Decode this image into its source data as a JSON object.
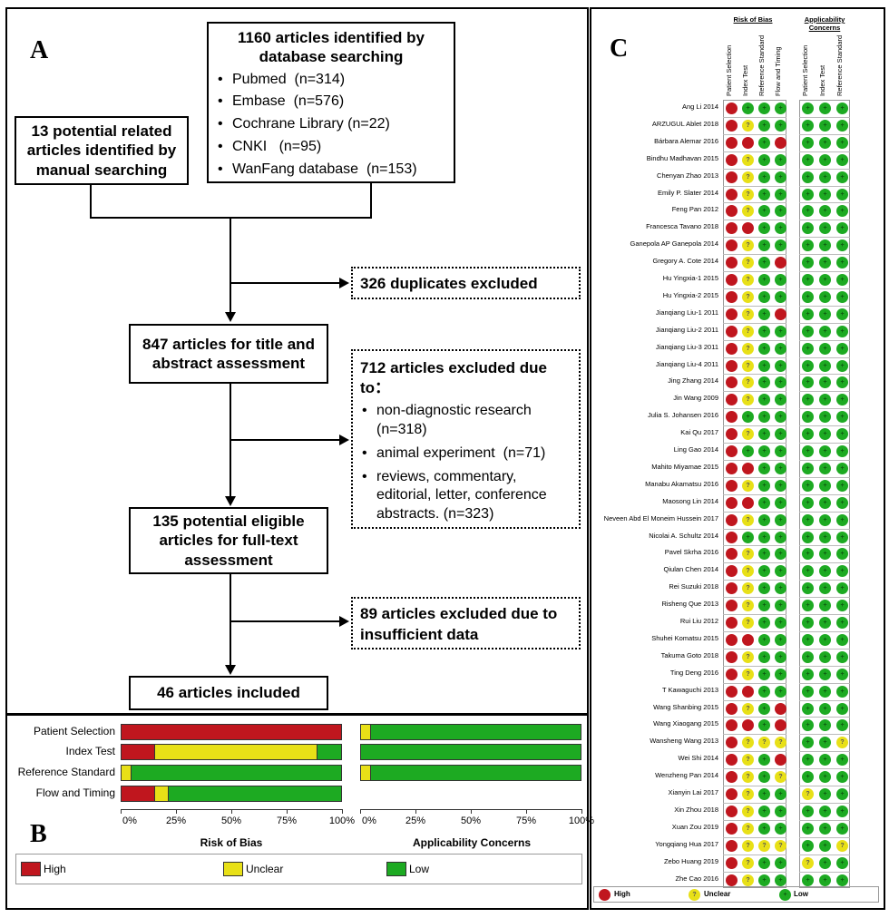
{
  "panels": {
    "a": "A",
    "b": "B",
    "c": "C"
  },
  "flow": {
    "database": {
      "title": "1160 articles identified by database searching",
      "items": [
        "Pubmed  (n=314)",
        "Embase  (n=576)",
        "Cochrane Library (n=22)",
        "CNKI   (n=95)",
        "WanFang database  (n=153)"
      ]
    },
    "manual": "13 potential  related articles identified by manual searching",
    "duplicates": "326 duplicates excluded",
    "title_abstract": "847 articles for title and abstract assessment",
    "excluded712": {
      "title": "712 articles excluded due to：",
      "items": [
        "non-diagnostic research (n=318)",
        "animal experiment  (n=71)",
        "reviews, commentary, editorial, letter, conference abstracts. (n=323)"
      ]
    },
    "eligible": "135 potential eligible articles for full-text assessment",
    "excluded89": "89 articles excluded due to insufficient data",
    "included": "46 articles included"
  },
  "chart_data": [
    {
      "type": "bar",
      "title": "Risk of Bias",
      "categories": [
        "Patient Selection",
        "Index Test",
        "Reference Standard",
        "Flow and Timing"
      ],
      "series": [
        {
          "name": "High",
          "values": [
            100,
            15,
            0,
            15
          ]
        },
        {
          "name": "Unclear",
          "values": [
            0,
            74,
            4,
            6
          ]
        },
        {
          "name": "Low",
          "values": [
            0,
            11,
            96,
            79
          ]
        }
      ],
      "xticks": [
        "0%",
        "25%",
        "50%",
        "75%",
        "100%"
      ],
      "xlim": [
        0,
        100
      ]
    },
    {
      "type": "bar",
      "title": "Applicability Concerns",
      "categories": [
        "Patient Selection",
        "Index Test",
        "Reference Standard"
      ],
      "series": [
        {
          "name": "High",
          "values": [
            0,
            0,
            0
          ]
        },
        {
          "name": "Unclear",
          "values": [
            4,
            0,
            4
          ]
        },
        {
          "name": "Low",
          "values": [
            96,
            100,
            96
          ]
        }
      ],
      "xticks": [
        "0%",
        "25%",
        "50%",
        "75%",
        "100%"
      ],
      "xlim": [
        0,
        100
      ]
    }
  ],
  "legend_b": {
    "high": "High",
    "unclear": "Unclear",
    "low": "Low"
  },
  "colors": {
    "high": "#c0161e",
    "unclear": "#e8e017",
    "low": "#1daa22"
  },
  "tableC": {
    "group_rob": "Risk of Bias",
    "group_app": "Applicability Concerns",
    "rob_cols": [
      "Patient Selection",
      "Index Test",
      "Reference Standard",
      "Flow and Timing"
    ],
    "app_cols": [
      "Patient Selection",
      "Index Test",
      "Reference Standard"
    ],
    "legend": {
      "high": "High",
      "unclear": "Unclear",
      "low": "Low"
    },
    "studies": [
      {
        "name": "Ang Li 2014",
        "r": [
          "H",
          "L",
          "L",
          "L"
        ],
        "a": [
          "L",
          "L",
          "L"
        ]
      },
      {
        "name": "ARZUGUL Ablet 2018",
        "r": [
          "H",
          "U",
          "L",
          "L"
        ],
        "a": [
          "L",
          "L",
          "L"
        ]
      },
      {
        "name": "Bárbara Alemar 2016",
        "r": [
          "H",
          "H",
          "L",
          "H"
        ],
        "a": [
          "L",
          "L",
          "L"
        ]
      },
      {
        "name": "Bindhu Madhavan 2015",
        "r": [
          "H",
          "U",
          "L",
          "L"
        ],
        "a": [
          "L",
          "L",
          "L"
        ]
      },
      {
        "name": "Chenyan Zhao 2013",
        "r": [
          "H",
          "U",
          "L",
          "L"
        ],
        "a": [
          "L",
          "L",
          "L"
        ]
      },
      {
        "name": "Emily P. Slater 2014",
        "r": [
          "H",
          "U",
          "L",
          "L"
        ],
        "a": [
          "L",
          "L",
          "L"
        ]
      },
      {
        "name": "Feng Pan 2012",
        "r": [
          "H",
          "U",
          "L",
          "L"
        ],
        "a": [
          "L",
          "L",
          "L"
        ]
      },
      {
        "name": "Francesca Tavano 2018",
        "r": [
          "H",
          "H",
          "L",
          "L"
        ],
        "a": [
          "L",
          "L",
          "L"
        ]
      },
      {
        "name": "Ganepola AP Ganepola 2014",
        "r": [
          "H",
          "U",
          "L",
          "L"
        ],
        "a": [
          "L",
          "L",
          "L"
        ]
      },
      {
        "name": "Gregory A. Cote 2014",
        "r": [
          "H",
          "U",
          "L",
          "H"
        ],
        "a": [
          "L",
          "L",
          "L"
        ]
      },
      {
        "name": "Hu Yingxia-1 2015",
        "r": [
          "H",
          "U",
          "L",
          "L"
        ],
        "a": [
          "L",
          "L",
          "L"
        ]
      },
      {
        "name": "Hu Yingxia-2 2015",
        "r": [
          "H",
          "U",
          "L",
          "L"
        ],
        "a": [
          "L",
          "L",
          "L"
        ]
      },
      {
        "name": "Jianqiang Liu-1 2011",
        "r": [
          "H",
          "U",
          "L",
          "H"
        ],
        "a": [
          "L",
          "L",
          "L"
        ]
      },
      {
        "name": "Jianqiang Liu-2 2011",
        "r": [
          "H",
          "U",
          "L",
          "L"
        ],
        "a": [
          "L",
          "L",
          "L"
        ]
      },
      {
        "name": "Jianqiang Liu-3 2011",
        "r": [
          "H",
          "U",
          "L",
          "L"
        ],
        "a": [
          "L",
          "L",
          "L"
        ]
      },
      {
        "name": "Jianqiang Liu-4 2011",
        "r": [
          "H",
          "U",
          "L",
          "L"
        ],
        "a": [
          "L",
          "L",
          "L"
        ]
      },
      {
        "name": "Jing Zhang 2014",
        "r": [
          "H",
          "U",
          "L",
          "L"
        ],
        "a": [
          "L",
          "L",
          "L"
        ]
      },
      {
        "name": "Jin Wang 2009",
        "r": [
          "H",
          "U",
          "L",
          "L"
        ],
        "a": [
          "L",
          "L",
          "L"
        ]
      },
      {
        "name": "Julia S. Johansen 2016",
        "r": [
          "H",
          "L",
          "L",
          "L"
        ],
        "a": [
          "L",
          "L",
          "L"
        ]
      },
      {
        "name": "Kai Qu 2017",
        "r": [
          "H",
          "U",
          "L",
          "L"
        ],
        "a": [
          "L",
          "L",
          "L"
        ]
      },
      {
        "name": "Ling Gao 2014",
        "r": [
          "H",
          "L",
          "L",
          "L"
        ],
        "a": [
          "L",
          "L",
          "L"
        ]
      },
      {
        "name": "Mahito Miyamae 2015",
        "r": [
          "H",
          "H",
          "L",
          "L"
        ],
        "a": [
          "L",
          "L",
          "L"
        ]
      },
      {
        "name": "Manabu Akamatsu 2016",
        "r": [
          "H",
          "U",
          "L",
          "L"
        ],
        "a": [
          "L",
          "L",
          "L"
        ]
      },
      {
        "name": "Maosong Lin 2014",
        "r": [
          "H",
          "H",
          "L",
          "L"
        ],
        "a": [
          "L",
          "L",
          "L"
        ]
      },
      {
        "name": "Neveen Abd El Moneim Hussein 2017",
        "r": [
          "H",
          "U",
          "L",
          "L"
        ],
        "a": [
          "L",
          "L",
          "L"
        ]
      },
      {
        "name": "Nicolai A. Schultz 2014",
        "r": [
          "H",
          "L",
          "L",
          "L"
        ],
        "a": [
          "L",
          "L",
          "L"
        ]
      },
      {
        "name": "Pavel Skrha 2016",
        "r": [
          "H",
          "U",
          "L",
          "L"
        ],
        "a": [
          "L",
          "L",
          "L"
        ]
      },
      {
        "name": "Qiulan Chen 2014",
        "r": [
          "H",
          "U",
          "L",
          "L"
        ],
        "a": [
          "L",
          "L",
          "L"
        ]
      },
      {
        "name": "Rei Suzuki 2018",
        "r": [
          "H",
          "U",
          "L",
          "L"
        ],
        "a": [
          "L",
          "L",
          "L"
        ]
      },
      {
        "name": "Risheng Que 2013",
        "r": [
          "H",
          "U",
          "L",
          "L"
        ],
        "a": [
          "L",
          "L",
          "L"
        ]
      },
      {
        "name": "Rui Liu 2012",
        "r": [
          "H",
          "U",
          "L",
          "L"
        ],
        "a": [
          "L",
          "L",
          "L"
        ]
      },
      {
        "name": "Shuhei Komatsu 2015",
        "r": [
          "H",
          "H",
          "L",
          "L"
        ],
        "a": [
          "L",
          "L",
          "L"
        ]
      },
      {
        "name": "Takuma Goto 2018",
        "r": [
          "H",
          "U",
          "L",
          "L"
        ],
        "a": [
          "L",
          "L",
          "L"
        ]
      },
      {
        "name": "Ting Deng 2016",
        "r": [
          "H",
          "U",
          "L",
          "L"
        ],
        "a": [
          "L",
          "L",
          "L"
        ]
      },
      {
        "name": "T Kawaguchi 2013",
        "r": [
          "H",
          "H",
          "L",
          "L"
        ],
        "a": [
          "L",
          "L",
          "L"
        ]
      },
      {
        "name": "Wang Shanbing 2015",
        "r": [
          "H",
          "U",
          "L",
          "H"
        ],
        "a": [
          "L",
          "L",
          "L"
        ]
      },
      {
        "name": "Wang Xiaogang 2015",
        "r": [
          "H",
          "H",
          "L",
          "H"
        ],
        "a": [
          "L",
          "L",
          "L"
        ]
      },
      {
        "name": "Wansheng Wang 2013",
        "r": [
          "H",
          "U",
          "U",
          "U"
        ],
        "a": [
          "L",
          "L",
          "U"
        ]
      },
      {
        "name": "Wei Shi 2014",
        "r": [
          "H",
          "U",
          "L",
          "H"
        ],
        "a": [
          "L",
          "L",
          "L"
        ]
      },
      {
        "name": "Wenzheng Pan 2014",
        "r": [
          "H",
          "U",
          "L",
          "U"
        ],
        "a": [
          "L",
          "L",
          "L"
        ]
      },
      {
        "name": "Xianyin Lai 2017",
        "r": [
          "H",
          "U",
          "L",
          "L"
        ],
        "a": [
          "U",
          "L",
          "L"
        ]
      },
      {
        "name": "Xin Zhou 2018",
        "r": [
          "H",
          "U",
          "L",
          "L"
        ],
        "a": [
          "L",
          "L",
          "L"
        ]
      },
      {
        "name": "Xuan Zou 2019",
        "r": [
          "H",
          "U",
          "L",
          "L"
        ],
        "a": [
          "L",
          "L",
          "L"
        ]
      },
      {
        "name": "Yongqiang Hua 2017",
        "r": [
          "H",
          "U",
          "U",
          "U"
        ],
        "a": [
          "L",
          "L",
          "U"
        ]
      },
      {
        "name": "Zebo Huang 2019",
        "r": [
          "H",
          "U",
          "L",
          "L"
        ],
        "a": [
          "U",
          "L",
          "L"
        ]
      },
      {
        "name": "Zhe Cao 2016",
        "r": [
          "H",
          "U",
          "L",
          "L"
        ],
        "a": [
          "L",
          "L",
          "L"
        ]
      }
    ]
  }
}
